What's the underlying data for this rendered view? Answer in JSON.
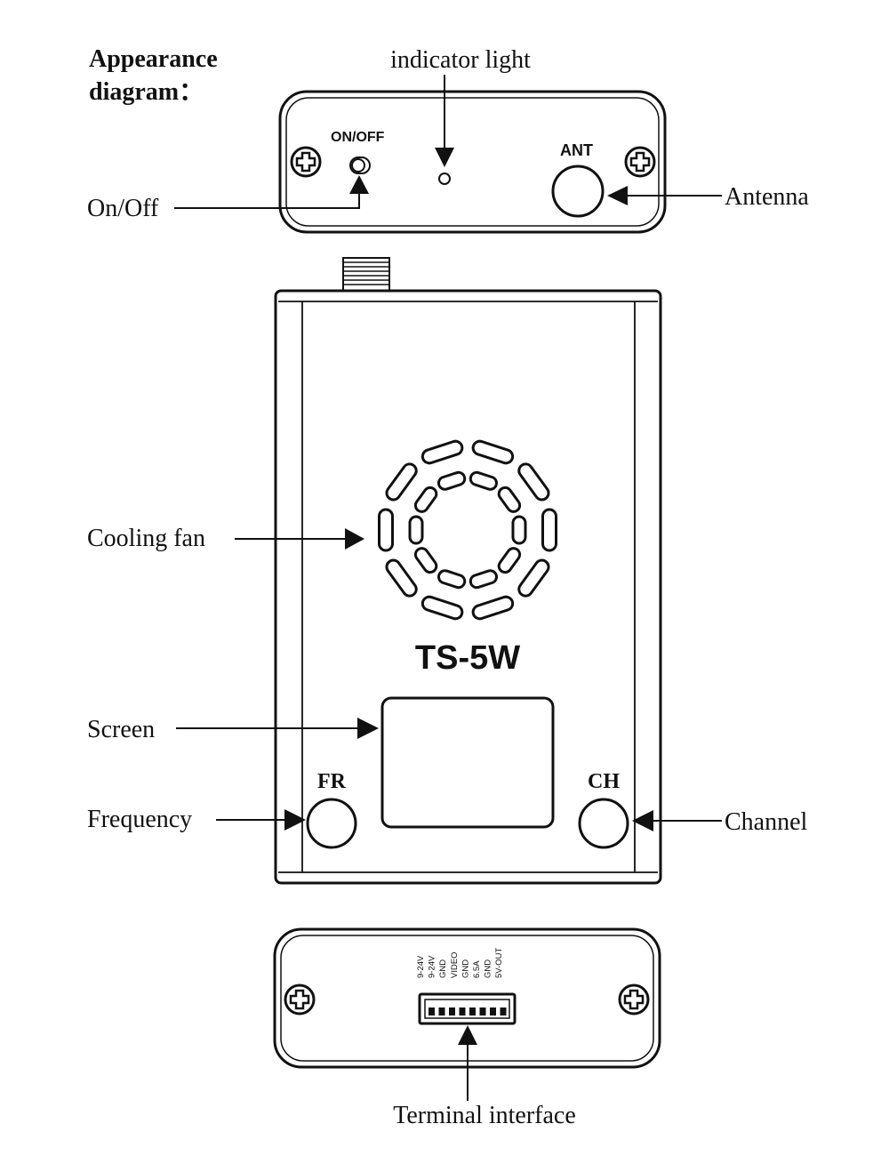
{
  "heading": {
    "line1": "Appearance",
    "line2": "diagram："
  },
  "top_panel": {
    "switch_label": "ON/OFF",
    "ant_label": "ANT"
  },
  "front_panel": {
    "model": "TS-5W",
    "fr_label": "FR",
    "ch_label": "CH"
  },
  "bottom_panel": {
    "pins": [
      "9-24V",
      "9-24V",
      "GND",
      "VIDEO",
      "GND",
      "6.5A",
      "GND",
      "5V-OUT"
    ]
  },
  "callouts": {
    "indicator_light": "indicator light",
    "on_off": "On/Off",
    "antenna": "Antenna",
    "cooling_fan": "Cooling fan",
    "screen": "Screen",
    "frequency": "Frequency",
    "channel": "Channel",
    "terminal_interface": "Terminal interface"
  },
  "colors": {
    "ink": "#111111",
    "background": "#ffffff"
  }
}
